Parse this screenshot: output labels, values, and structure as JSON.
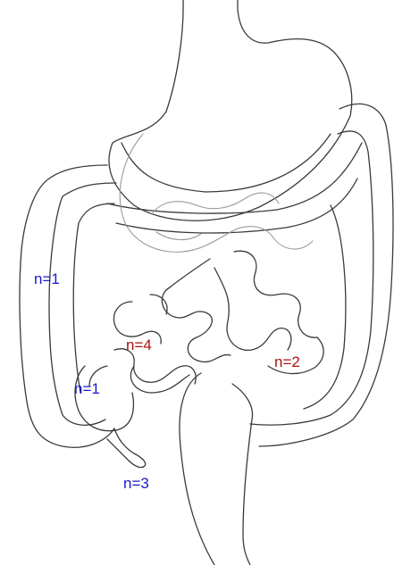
{
  "colors": {
    "blue_label": "#1a1acc",
    "red_label": "#aa1111",
    "outline": "#3a3a3a"
  },
  "diagram": {
    "subject": "digestive-tract-outline",
    "labels": {
      "ascending_colon": {
        "text": "n=1",
        "color": "blue"
      },
      "cecum": {
        "text": "n=1",
        "color": "blue"
      },
      "appendix": {
        "text": "n=3",
        "color": "blue"
      },
      "ileum": {
        "text": "n=4",
        "color": "red"
      },
      "jejunum": {
        "text": "n=2",
        "color": "red"
      }
    }
  }
}
